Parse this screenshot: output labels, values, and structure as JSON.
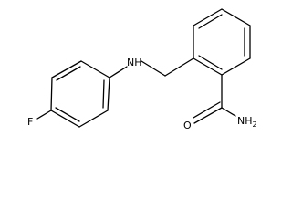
{
  "molecule": {
    "atoms": {
      "fluorine": "F",
      "amine": "NH",
      "amide": "NH",
      "amide_subscript": "2",
      "oxygen": "O"
    }
  }
}
